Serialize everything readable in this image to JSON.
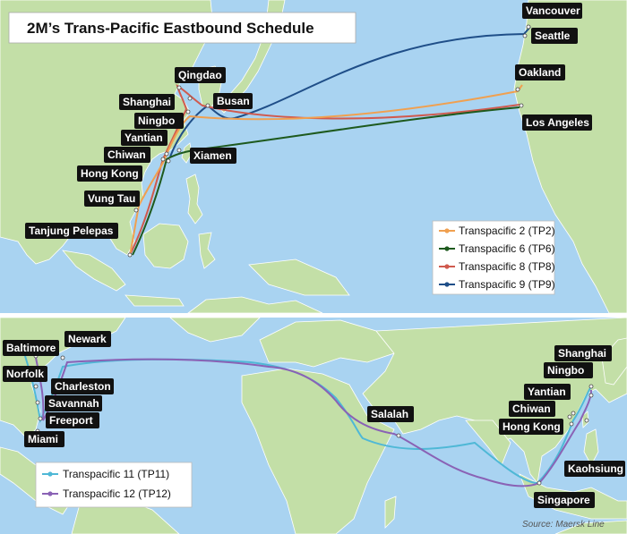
{
  "title": "2M’s Trans-Pacific Eastbound Schedule",
  "source": "Source: Maersk Line",
  "colors": {
    "ocean": "#a9d3f1",
    "land": "#c3dfa7",
    "border": "#ffffff",
    "tp2": "#f0a050",
    "tp6": "#1e5a1e",
    "tp8": "#d05a4e",
    "tp9": "#1f4e88",
    "tp11": "#4fb8d6",
    "tp12": "#8a62b5"
  },
  "top_map": {
    "ports": [
      "Vancouver",
      "Seattle",
      "Oakland",
      "Los Angeles",
      "Qingdao",
      "Shanghai",
      "Busan",
      "Ningbo",
      "Yantian",
      "Chiwan",
      "Xiamen",
      "Hong Kong",
      "Vung Tau",
      "Tanjung Pelepas"
    ],
    "legend": [
      {
        "label": "Transpacific 2 (TP2)",
        "color_key": "tp2"
      },
      {
        "label": "Transpacific 6 (TP6)",
        "color_key": "tp6"
      },
      {
        "label": "Transpacific 8 (TP8)",
        "color_key": "tp8"
      },
      {
        "label": "Transpacific 9 (TP9)",
        "color_key": "tp9"
      }
    ]
  },
  "bottom_map": {
    "ports": [
      "Baltimore",
      "Newark",
      "Norfolk",
      "Charleston",
      "Savannah",
      "Freeport",
      "Miami",
      "Salalah",
      "Shanghai",
      "Ningbo",
      "Yantian",
      "Chiwan",
      "Hong Kong",
      "Kaohsiung",
      "Singapore"
    ],
    "legend": [
      {
        "label": "Transpacific 11 (TP11)",
        "color_key": "tp11"
      },
      {
        "label": "Transpacific 12 (TP12)",
        "color_key": "tp12"
      }
    ]
  }
}
